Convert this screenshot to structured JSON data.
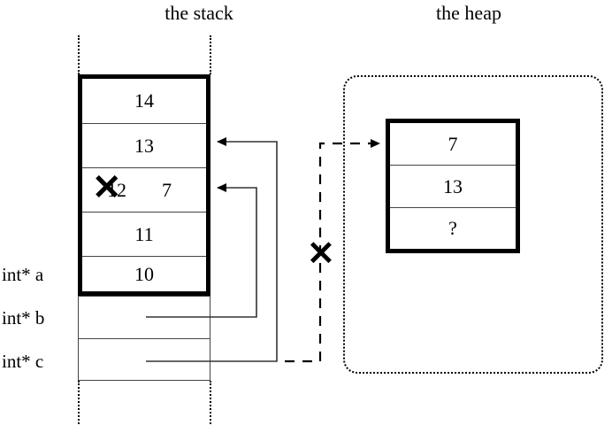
{
  "diagram": {
    "stack": {
      "title": "the stack",
      "live_frame_cells": [
        {
          "value": "14",
          "struck": false
        },
        {
          "value": "13",
          "struck": false
        },
        {
          "value": "12",
          "struck": true,
          "new_value": "7"
        },
        {
          "value": "11",
          "struck": false
        },
        {
          "value": "10",
          "struck": false
        }
      ],
      "variable_labels": [
        {
          "name": "int* a"
        },
        {
          "name": "int* b"
        },
        {
          "name": "int* c"
        }
      ],
      "dead_frame_cells": [
        {
          "value": ""
        },
        {
          "value": ""
        }
      ]
    },
    "heap": {
      "title": "the heap",
      "block_cells": [
        {
          "value": "7"
        },
        {
          "value": "13"
        },
        {
          "value": "?"
        }
      ]
    },
    "marks": {
      "struck_value_x": "✕",
      "severed_pointer_x": "✕"
    },
    "pointers": [
      {
        "from": "int* c",
        "to": "stack cell 13",
        "style": "solid"
      },
      {
        "from": "int* b",
        "to": "stack cell 7",
        "style": "solid"
      },
      {
        "from": "int* c",
        "to": "heap cell 7",
        "style": "dashed",
        "severed": true
      }
    ],
    "colors": {
      "ink": "#000000",
      "thin_rule": "#444444",
      "background": "#ffffff"
    }
  }
}
